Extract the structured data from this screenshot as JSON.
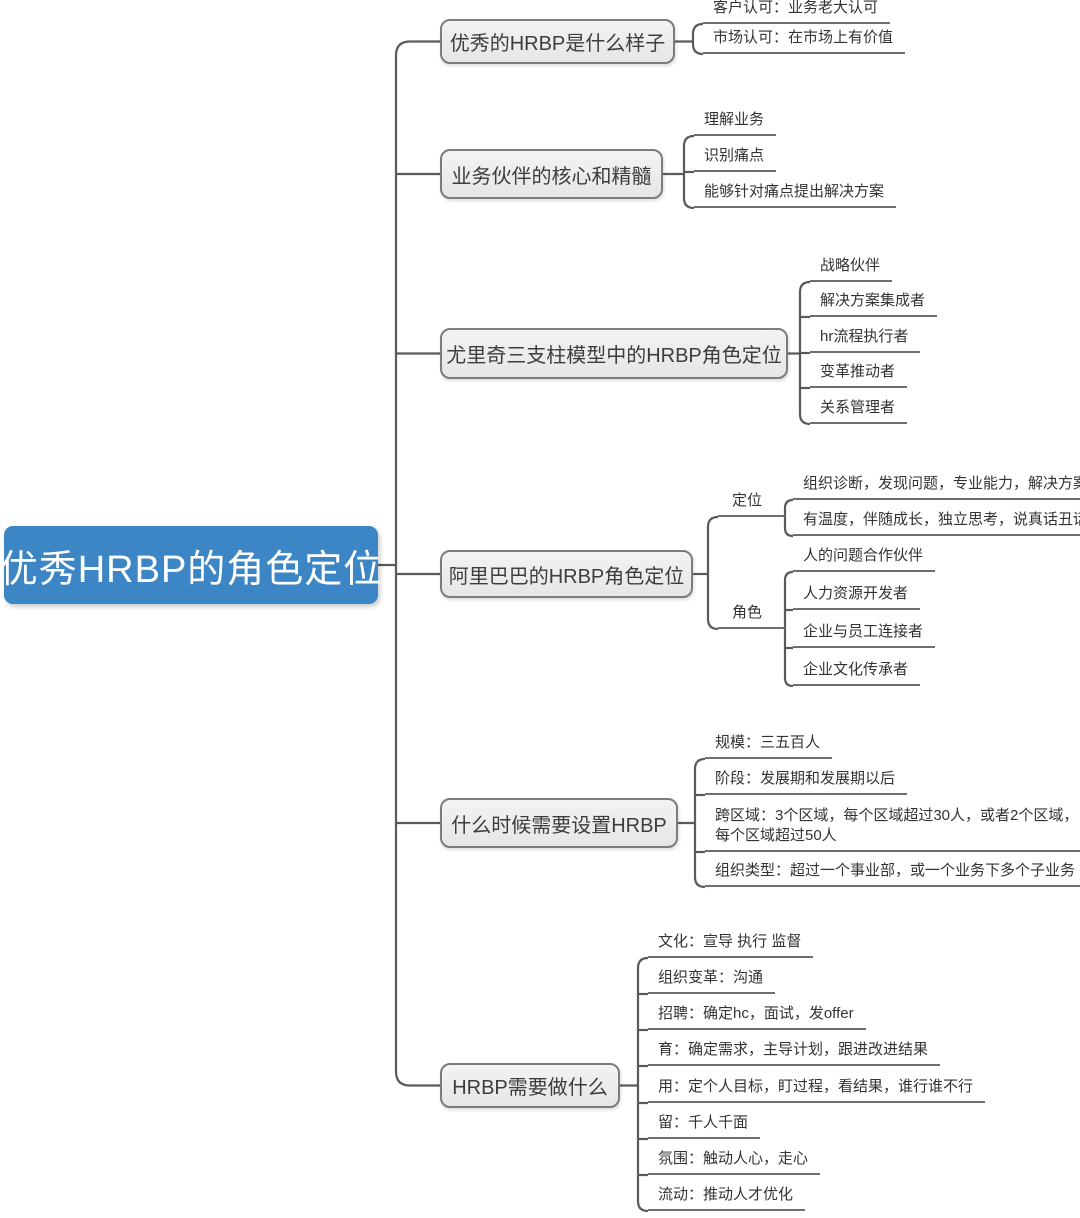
{
  "colors": {
    "root_bg": "#3c86c6",
    "root_text": "#ffffff",
    "branch_bg": "#ececec",
    "branch_border": "#7c7c7c",
    "line": "#5a5a5a",
    "leaf_text": "#333333"
  },
  "root": {
    "label": "优秀HRBP的角色定位"
  },
  "branches": [
    {
      "label": "优秀的HRBP是什么样子",
      "children": [
        {
          "label": "客户认可：业务老大认可"
        },
        {
          "label": "市场认可：在市场上有价值"
        }
      ]
    },
    {
      "label": "业务伙伴的核心和精髓",
      "children": [
        {
          "label": "理解业务"
        },
        {
          "label": "识别痛点"
        },
        {
          "label": "能够针对痛点提出解决方案"
        }
      ]
    },
    {
      "label": "尤里奇三支柱模型中的HRBP角色定位",
      "children": [
        {
          "label": "战略伙伴"
        },
        {
          "label": "解决方案集成者"
        },
        {
          "label": "hr流程执行者"
        },
        {
          "label": "变革推动者"
        },
        {
          "label": "关系管理者"
        }
      ]
    },
    {
      "label": "阿里巴巴的HRBP角色定位",
      "children": [
        {
          "label": "定位",
          "children": [
            {
              "label": "组织诊断，发现问题，专业能力，解决方案"
            },
            {
              "label": "有温度，伴随成长，独立思考，说真话丑话"
            }
          ]
        },
        {
          "label": "角色",
          "children": [
            {
              "label": "人的问题合作伙伴"
            },
            {
              "label": "人力资源开发者"
            },
            {
              "label": "企业与员工连接者"
            },
            {
              "label": "企业文化传承者"
            }
          ]
        }
      ]
    },
    {
      "label": "什么时候需要设置HRBP",
      "children": [
        {
          "label": "规模：三五百人"
        },
        {
          "label": "阶段：发展期和发展期以后"
        },
        {
          "label": "跨区域：3个区域，每个区域超过30人，或者2个区域，\n每个区域超过50人"
        },
        {
          "label": "组织类型：超过一个事业部，或一个业务下多个子业务"
        }
      ]
    },
    {
      "label": "HRBP需要做什么",
      "children": [
        {
          "label": "文化：宣导 执行 监督"
        },
        {
          "label": "组织变革：沟通"
        },
        {
          "label": "招聘：确定hc，面试，发offer"
        },
        {
          "label": "育：确定需求，主导计划，跟进改进结果"
        },
        {
          "label": "用：定个人目标，盯过程，看结果，谁行谁不行"
        },
        {
          "label": "留：千人千面"
        },
        {
          "label": "氛围：触动人心，走心"
        },
        {
          "label": "流动：推动人才优化"
        }
      ]
    }
  ]
}
